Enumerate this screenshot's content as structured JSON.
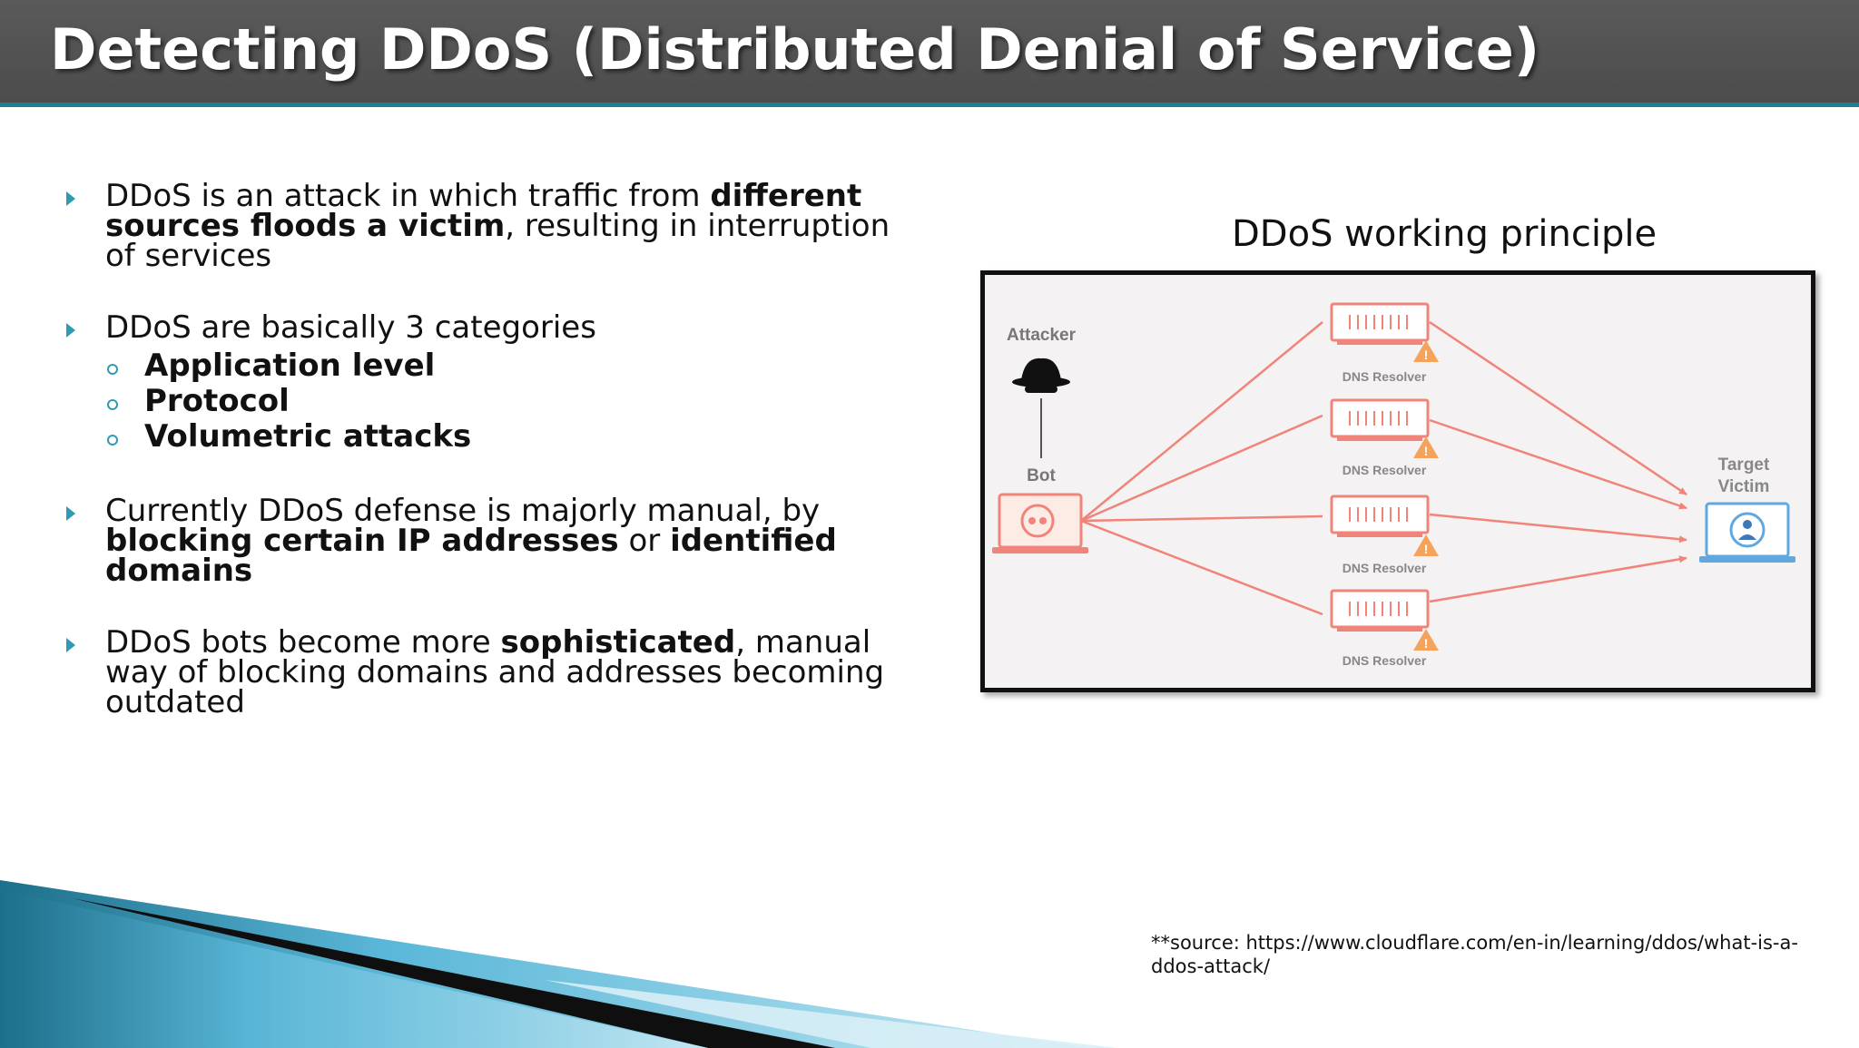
{
  "slide": {
    "title": "Detecting DDoS (Distributed Denial of Service)"
  },
  "bullets": [
    {
      "segments": [
        {
          "text": "DDoS is an attack in which traffic from ",
          "bold": false
        },
        {
          "text": "different sources floods a victim",
          "bold": true
        },
        {
          "text": ", resulting in interruption of services",
          "bold": false
        }
      ]
    },
    {
      "text": "DDoS are basically 3 categories",
      "subitems": [
        "Application level",
        "Protocol",
        "Volumetric attacks"
      ]
    },
    {
      "segments": [
        {
          "text": "Currently DDoS defense is majorly manual, by ",
          "bold": false
        },
        {
          "text": "blocking certain IP addresses",
          "bold": true
        },
        {
          "text": " or ",
          "bold": false
        },
        {
          "text": "identified domains",
          "bold": true
        }
      ]
    },
    {
      "segments": [
        {
          "text": "DDoS bots become more ",
          "bold": false
        },
        {
          "text": "sophisticated",
          "bold": true
        },
        {
          "text": ", manual way of blocking domains and addresses becoming outdated",
          "bold": false
        }
      ]
    }
  ],
  "figure": {
    "title": "DDoS working principle",
    "attacker_label": "Attacker",
    "bot_label": "Bot",
    "resolver_label": "DNS Resolver",
    "target_label_line1": "Target",
    "target_label_line2": "Victim",
    "resolver_count": 4
  },
  "source_note": "**source: https://www.cloudflare.com/en-in/learning/ddos/what-is-a-ddos-attack/",
  "colors": {
    "title_bar": "#4f4f4f",
    "accent_teal": "#2f9bb3",
    "flow_red": "#f08478",
    "flow_orange": "#f5a35a",
    "icon_blue": "#5fa8e0"
  },
  "icons": {
    "bullet": "triangle-bullet-icon",
    "subbullet": "circle-bullet-icon",
    "attacker": "spy-hat-icon",
    "bot": "laptop-bot-icon",
    "resolver": "server-icon",
    "warning": "warning-triangle-icon",
    "target": "laptop-user-icon"
  }
}
